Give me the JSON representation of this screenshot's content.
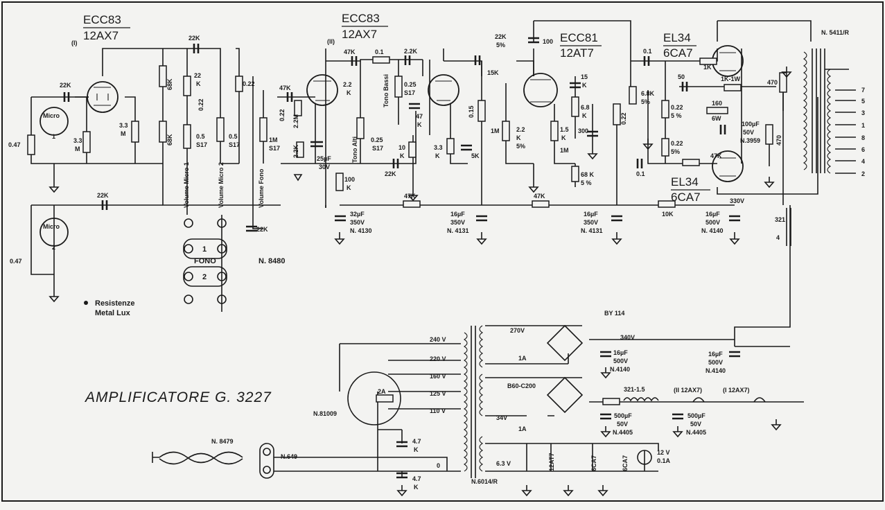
{
  "title": "AMPLIFICATORE  G. 3227",
  "tubes": {
    "v1": {
      "name": "ECC83",
      "alt": "12AX7",
      "index": "(I)"
    },
    "v2": {
      "name": "ECC83",
      "alt": "12AX7",
      "index": "(II)"
    },
    "v3": {
      "name": "ECC81",
      "alt": "12AT7"
    },
    "v4": {
      "name": "EL34",
      "alt": "6CA7"
    },
    "v5": {
      "name": "EL34",
      "alt": "6CA7"
    }
  },
  "inputs": {
    "micro1": "Micro",
    "micro1_n": "1",
    "micro2": "Micro",
    "micro2_n": "2",
    "fono": "FONO",
    "jack1": "1",
    "jack2": "2"
  },
  "volumes": {
    "micro1": "Volume Micro 1",
    "micro2": "Volume Micro 2",
    "fono": "Volume Fono"
  },
  "tone": {
    "bassi": "Tono Bassi",
    "alti": "Tono Alti"
  },
  "legend": {
    "line1": "Resistenze",
    "line2": "Metal Lux"
  },
  "parts": {
    "n5411": "N. 5411/R",
    "n8480": "N. 8480",
    "n81009": "N.81009",
    "n8479": "N. 8479",
    "n649": "N.649",
    "n6014": "N.6014/R",
    "by114": "BY 114",
    "b60": "B60-C200",
    "choke": "321-1.5",
    "choke2": "321",
    "choke2b": "4",
    "fuse": "2A",
    "fuse1": "1A",
    "fuse2": "1A"
  },
  "labels": {
    "r047a": "0.47",
    "r047b": "0.47",
    "r22k_c1": "22K",
    "r33m_a": "3.3",
    "r33m_a2": "M",
    "r33m_b": "3.3",
    "r33m_b2": "M",
    "r22k_c2": "22K",
    "r22k_top": "22K",
    "r68k_a": "68K",
    "r68k_b": "68K",
    "r22k_v": "22",
    "r22k_v2": "K",
    "r022a": "0.22",
    "r05a": "0.5",
    "s17a": "S17",
    "r022b": "0.22",
    "r05b": "0.5",
    "s17b": "S17",
    "r47k_a": "47K",
    "r022c": "0.22",
    "r1m": "1M",
    "s17c": "S17",
    "r22m": "2.2M",
    "r22k_b": "2.2K",
    "c25": "25µF",
    "c25v": "30V",
    "c22k_f": "22K",
    "r47k_b": "47K",
    "c01a": "0.1",
    "r22k_t": "2.2K",
    "r22k_t2": "2.2",
    "r22k_t3": "K",
    "p025a": "0.25",
    "s17d": "S17",
    "c47k": "47",
    "c47k2": "K",
    "p025b": "0.25",
    "s17e": "S17",
    "r10k": "10",
    "r10k2": "K",
    "c22k_t": "22K",
    "r33k": "3.3",
    "r33k2": "K",
    "r5k": "5K",
    "r015": "0.15",
    "r15k": "15K",
    "r100k": "100",
    "r100k2": "K",
    "c32": "32µF",
    "c32v": "350V",
    "c32n": "N. 4130",
    "r47k_c": "47K",
    "c16a": "16µF",
    "c16av": "350V",
    "c16an": "N. 4131",
    "r47k_d": "47K",
    "r22k5": "22K",
    "r5p": "5%",
    "c100": "100",
    "r1m_b": "1M",
    "r22k_g": "2.2",
    "r22k_g2": "K",
    "r5p2": "5%",
    "r15k_b": "15",
    "r15k_b2": "K",
    "r68k_c": "6.8",
    "r68k_c2": "K",
    "c300": "300",
    "r15k_c": "1.5",
    "r15k_c2": "K",
    "r1m_c": "1M",
    "r68k_d": "68 K",
    "r5p3": "5 %",
    "r022d": "0.22",
    "c16b": "16µF",
    "c16bv": "350V",
    "c16bn": "N. 4131",
    "c01b": "0.1",
    "r1k": "1K",
    "r68k_e": "6.8K",
    "r5p4": "5%",
    "c50": "50",
    "r1k1w": "1K-1W",
    "r022e": "0.22",
    "r5p5": "5 %",
    "r160": "160",
    "r6w": "6W",
    "c100uf": "100µF",
    "c100v": "50V",
    "c100n": "N.3959",
    "r470a": "470",
    "r470b": "470",
    "r022f": "0.22",
    "r5p6": "5%",
    "r47k_e": "47K",
    "c01c": "0.1",
    "r10k_b": "10K",
    "c16c": "16µF",
    "c16cv": "500V",
    "c16cn": "N. 4140",
    "v330": "330V",
    "c22k_fono": "22K",
    "v240": "240 V",
    "v220": "220 V",
    "v160": "160  V",
    "v125": "125  V",
    "v110": "110  V",
    "v270": "270V",
    "v340": "340V",
    "c16d": "16µF",
    "c16dv": "500V",
    "c16dn": "N.4140",
    "c16e": "16µF",
    "c16ev": "500V",
    "c16en": "N.4140",
    "v34": "34V",
    "c500a": "500µF",
    "c500av": "50V",
    "c500an": "N.4405",
    "c500b": "500µF",
    "c500bv": "50V",
    "c500bn": "N.4405",
    "heat1": "(II 12AX7)",
    "heat2": "(I  12AX7)",
    "v63": "6.3 V",
    "zero": "0",
    "c47a": "4.7",
    "c47a2": "K",
    "c47b": "4.7",
    "c47b2": "K",
    "h12at7": "12AT7",
    "h6ca7a": "6CA7",
    "h6ca7b": "6CA7",
    "lamp": "12 V",
    "lamp2": "0.1A",
    "sec7": "7",
    "sec5": "5",
    "sec3": "3",
    "sec1": "1",
    "sec8": "8",
    "sec6": "6",
    "sec4": "4",
    "sec2": "2"
  }
}
